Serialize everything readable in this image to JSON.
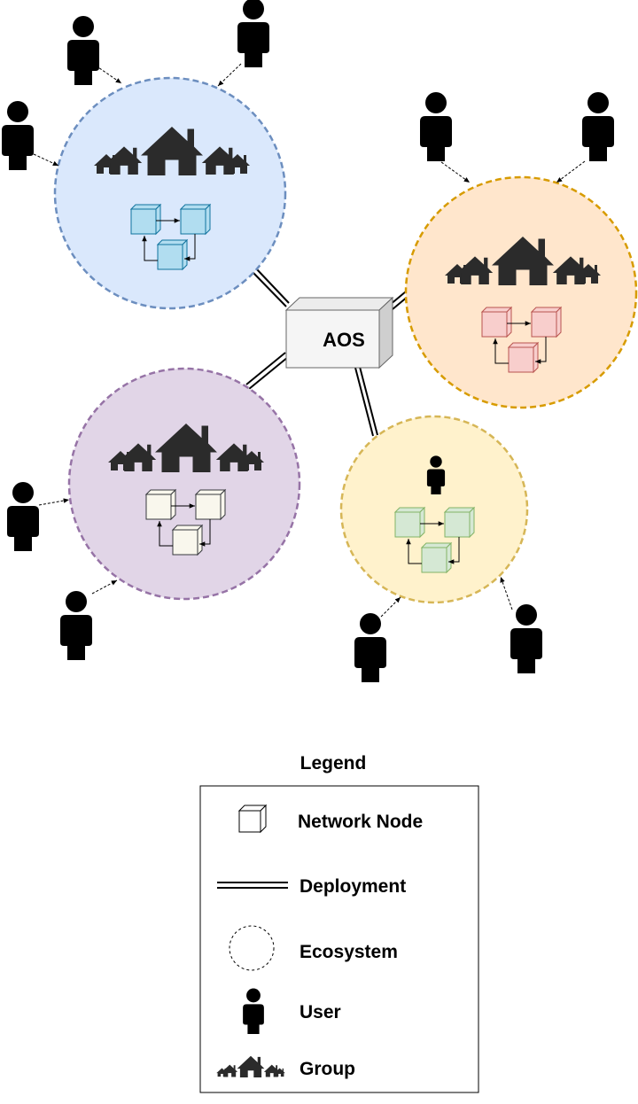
{
  "aos": {
    "label": "AOS"
  },
  "ecosystems": [
    {
      "id": "blue",
      "fill": "#dae8fc",
      "stroke": "#6c8ebf",
      "node_fill": "#b1ddf0",
      "node_stroke": "#10739e",
      "has_group": true
    },
    {
      "id": "orange",
      "fill": "#ffe6cc",
      "stroke": "#d79b00",
      "node_fill": "#f8cecc",
      "node_stroke": "#b85450",
      "has_group": true
    },
    {
      "id": "purple",
      "fill": "#e1d5e7",
      "stroke": "#9673a6",
      "node_fill": "#f9f7ed",
      "node_stroke": "#36393d",
      "has_group": true
    },
    {
      "id": "yellow",
      "fill": "#fff2cc",
      "stroke": "#d6b656",
      "node_fill": "#d5e8d4",
      "node_stroke": "#82b366",
      "has_group": false
    }
  ],
  "legend": {
    "title": "Legend",
    "items": [
      {
        "label": "Network Node",
        "icon": "network-node-icon"
      },
      {
        "label": "Deployment",
        "icon": "deployment-line-icon"
      },
      {
        "label": "Ecosystem",
        "icon": "ecosystem-circle-icon"
      },
      {
        "label": "User",
        "icon": "user-icon"
      },
      {
        "label": "Group",
        "icon": "group-icon"
      }
    ]
  }
}
